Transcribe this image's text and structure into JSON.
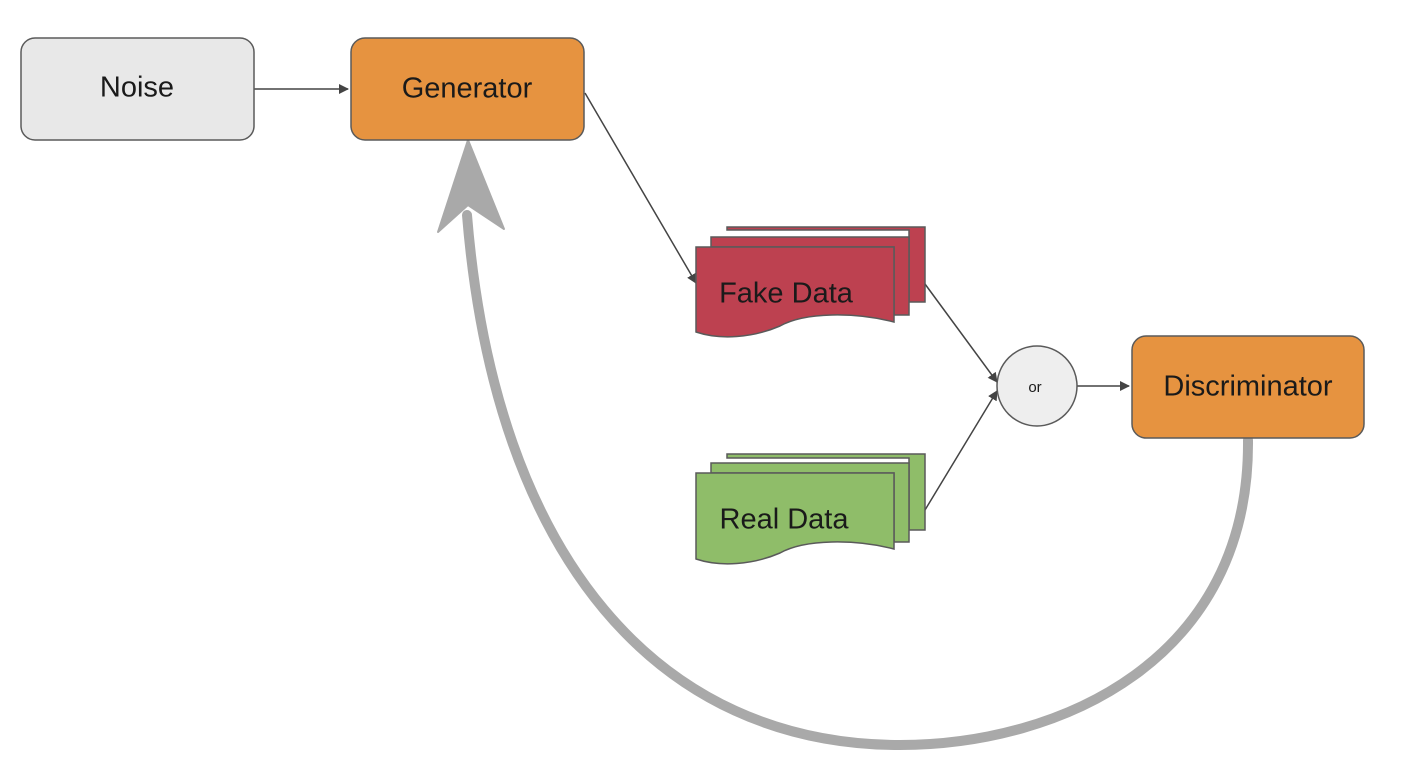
{
  "colors": {
    "noise_fill": "#e8e8e8",
    "box_stroke": "#5a5a5a",
    "generator_fill": "#e69340",
    "discriminator_fill": "#e69340",
    "fake_fill": "#bd4150",
    "real_fill": "#8fbd69",
    "connector_fill": "#eeeeee",
    "arrow": "#444444",
    "feedback_arrow": "#a9a9a9"
  },
  "nodes": {
    "noise": {
      "label": "Noise"
    },
    "generator": {
      "label": "Generator"
    },
    "fake_data": {
      "label": "Fake Data"
    },
    "real_data": {
      "label": "Real Data"
    },
    "or_connector": {
      "label": "or"
    },
    "discriminator": {
      "label": "Discriminator"
    }
  },
  "edges": [
    {
      "from": "noise",
      "to": "generator"
    },
    {
      "from": "generator",
      "to": "fake_data"
    },
    {
      "from": "fake_data",
      "to": "or_connector"
    },
    {
      "from": "real_data",
      "to": "or_connector"
    },
    {
      "from": "or_connector",
      "to": "discriminator"
    },
    {
      "from": "discriminator",
      "to": "generator",
      "style": "feedback"
    }
  ]
}
